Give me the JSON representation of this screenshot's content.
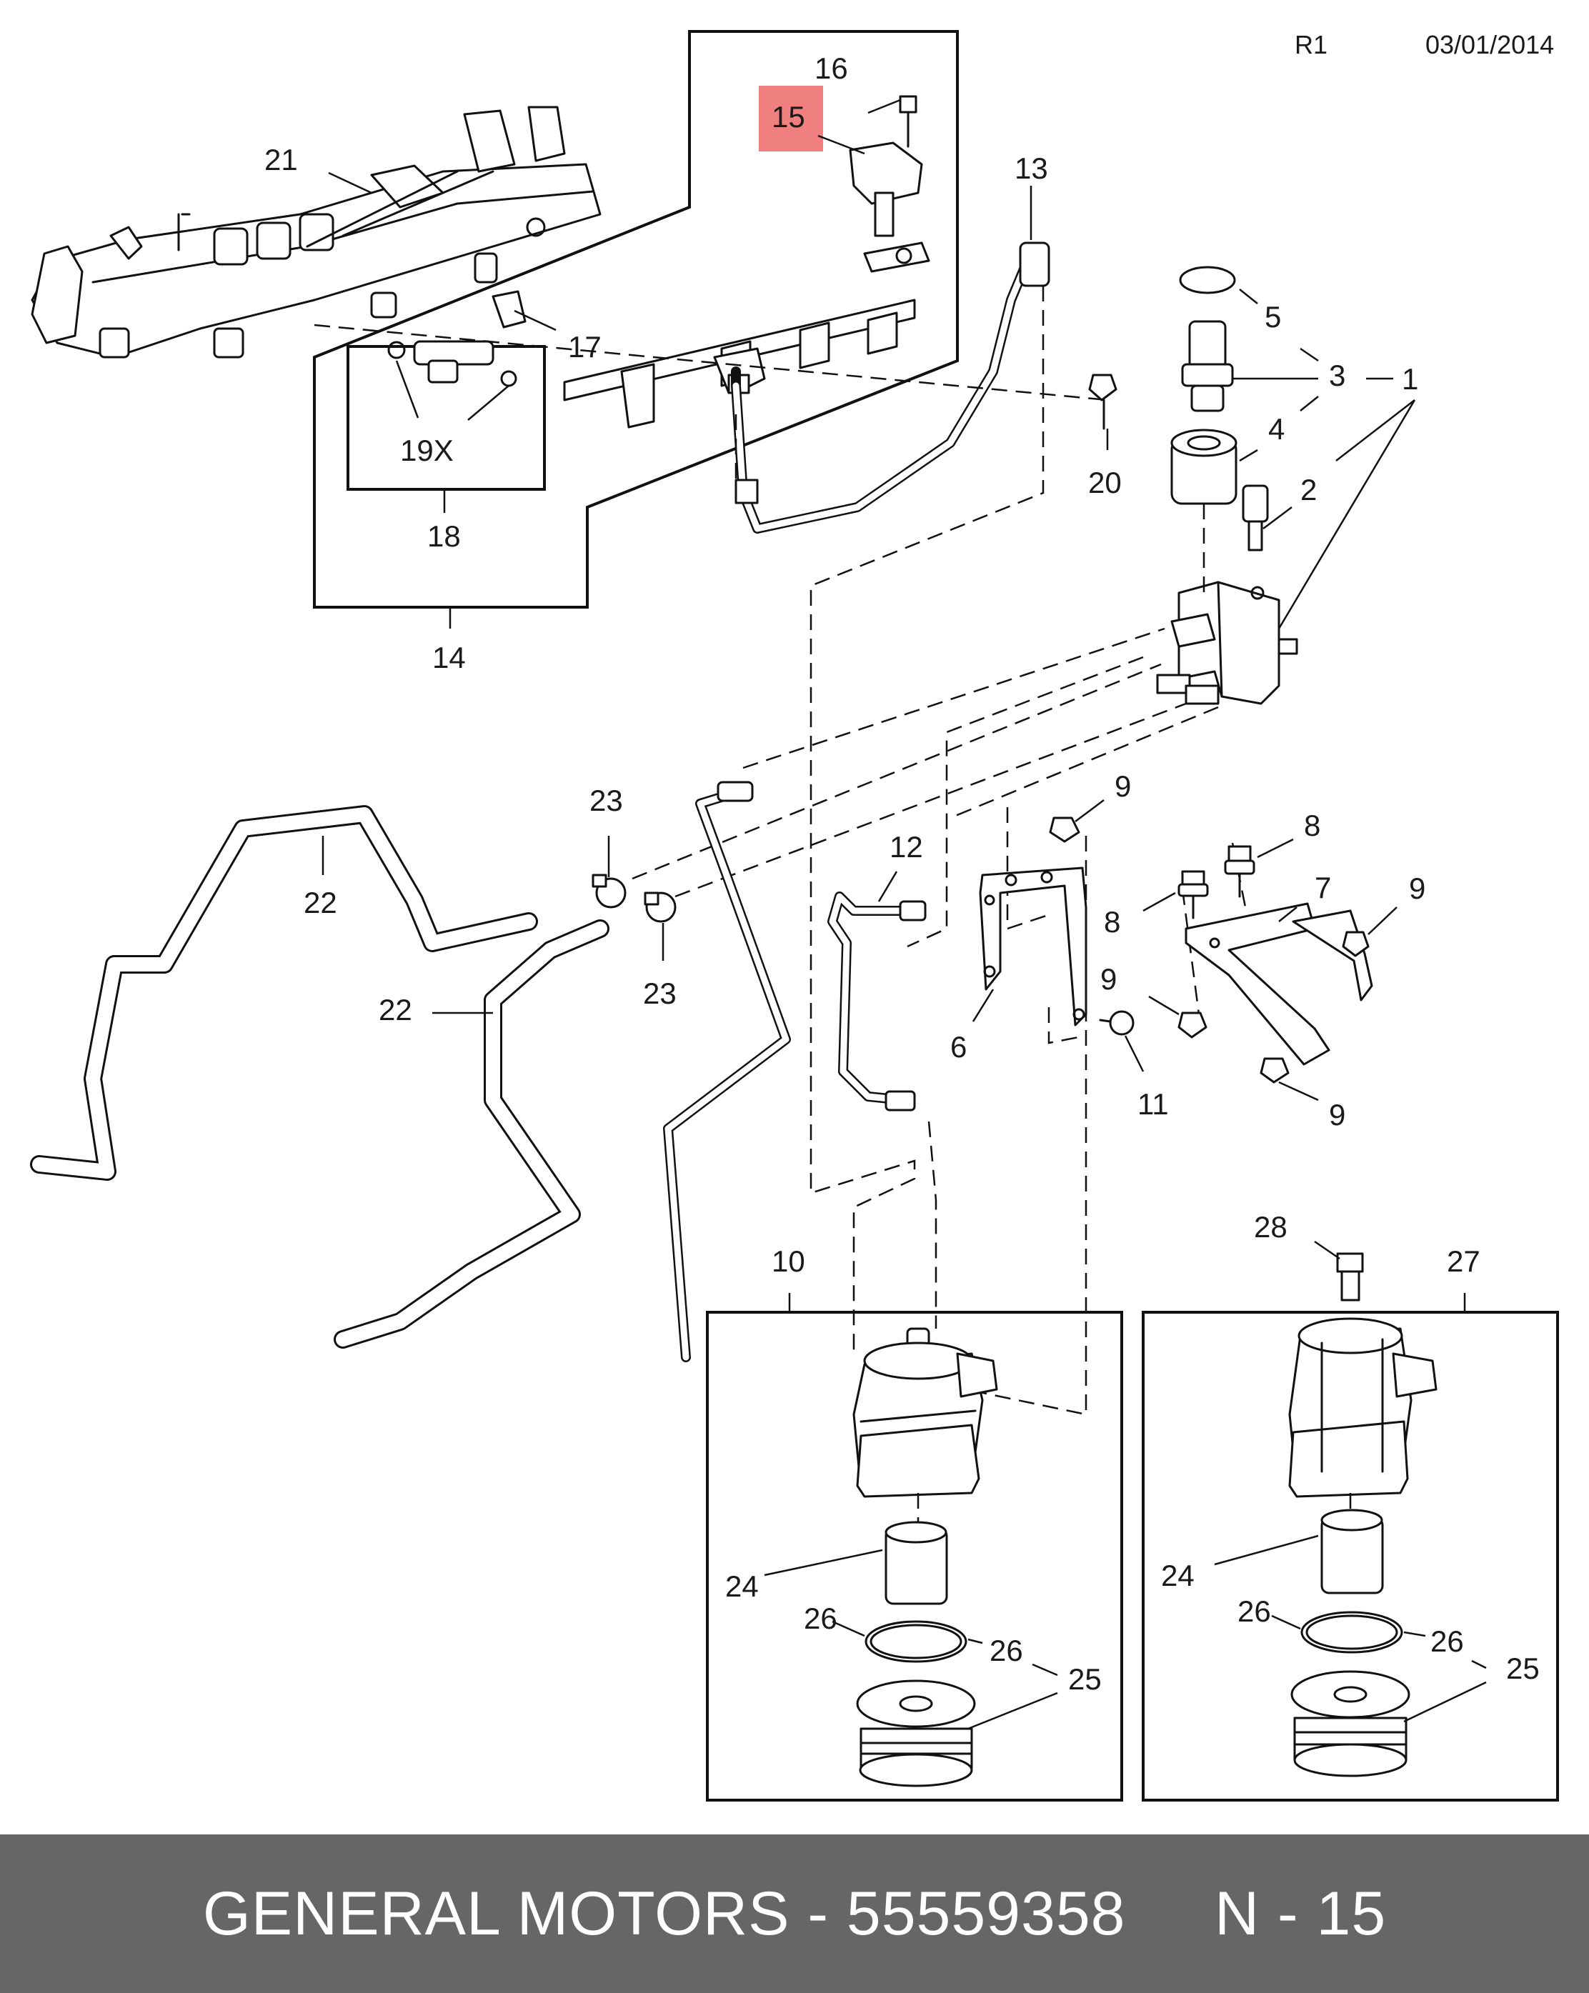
{
  "header": {
    "revision": "R1",
    "date": "03/01/2014"
  },
  "highlight_color": "#f08080",
  "footer_bg": "#666666",
  "highlighted_callout": "15",
  "footer": {
    "text": "GENERAL MOTORS - 55559358     N - 15"
  },
  "callouts": {
    "c1": "1",
    "c2": "2",
    "c3": "3",
    "c4": "4",
    "c5": "5",
    "c6": "6",
    "c7": "7",
    "c8a": "8",
    "c8b": "8",
    "c9a": "9",
    "c9b": "9",
    "c9c": "9",
    "c9d": "9",
    "c10": "10",
    "c11": "11",
    "c12": "12",
    "c13": "13",
    "c14": "14",
    "c15": "15",
    "c16": "16",
    "c17": "17",
    "c18": "18",
    "c19x": "19X",
    "c20": "20",
    "c21": "21",
    "c22a": "22",
    "c22b": "22",
    "c23a": "23",
    "c23b": "23",
    "c24a": "24",
    "c24b": "24",
    "c25a": "25",
    "c25b": "25",
    "c26a": "26",
    "c26b": "26",
    "c26c": "26",
    "c26d": "26",
    "c27": "27",
    "c28": "28"
  }
}
